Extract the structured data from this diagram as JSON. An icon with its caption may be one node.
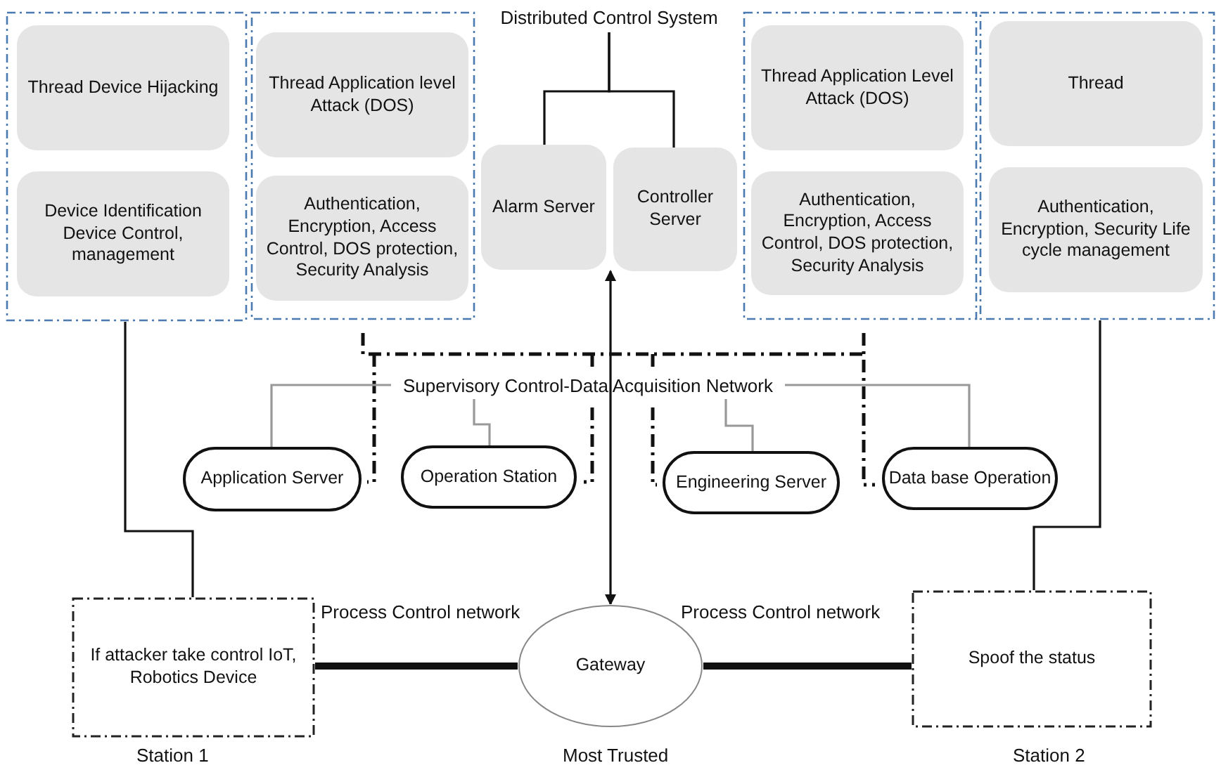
{
  "diagram": {
    "nodes": [
      {
        "text": [
          "Distributed Control System"
        ]
      },
      {
        "text": [],
        "shape": "box"
      },
      {
        "text": [
          "Thread Device Hijacking"
        ],
        "in": 1
      },
      {
        "text": [
          "Device Identification Device Control, management"
        ],
        "in": 1
      },
      {
        "text": [],
        "shape": "box"
      },
      {
        "text": [
          "Thread Application level Attack (DOS)"
        ],
        "in": 4
      },
      {
        "text": [
          "Authentication, Encryption, Access Control, DOS protection, Security Analysis"
        ],
        "in": 4
      },
      {
        "text": [
          "Alarm Server"
        ]
      },
      {
        "text": [
          "Controller Server"
        ]
      },
      {
        "text": [],
        "shape": "box"
      },
      {
        "text": [
          "Thread Application Level Attack (DOS)"
        ],
        "in": 9
      },
      {
        "text": [
          "Authentication, Encryption, Access Control, DOS protection, Security Analysis"
        ],
        "in": 9
      },
      {
        "text": [],
        "shape": "box"
      },
      {
        "text": [
          "Thread"
        ],
        "in": 12
      },
      {
        "text": [
          "Authentication, Encryption, Security Life cycle management"
        ],
        "in": 12
      },
      {
        "text": [
          "Supervisory Control-Data Acquisition Network"
        ]
      },
      {
        "text": [
          "Application Server"
        ]
      },
      {
        "text": [
          "Operation Station"
        ]
      },
      {
        "text": [
          "Engineering Server"
        ]
      },
      {
        "text": [
          "Data base Operation"
        ]
      },
      {
        "text": [
          "If attacker take control IoT, Robotics Device"
        ],
        "beside": [
          "Station 1"
        ]
      },
      {
        "text": [
          "Gateway"
        ],
        "beside": [
          "Most Trusted"
        ]
      },
      {
        "text": [
          "Spoof the status"
        ],
        "beside": [
          "Station 2"
        ]
      }
    ],
    "edges": [
      {
        "from": 0,
        "to": 7,
        "arrow": "none"
      },
      {
        "from": 0,
        "to": 8,
        "arrow": "none"
      },
      {
        "from": 21,
        "to": 8,
        "arrow": "both"
      },
      {
        "from": 1,
        "to": 20,
        "arrow": "none"
      },
      {
        "from": 12,
        "to": 22,
        "arrow": "none"
      },
      {
        "from": 15,
        "to": 16,
        "arrow": "none",
        "color": "#999999"
      },
      {
        "from": 15,
        "to": 17,
        "arrow": "none",
        "color": "#999999"
      },
      {
        "from": 15,
        "to": 18,
        "arrow": "none",
        "color": "#999999"
      },
      {
        "from": 15,
        "to": 19,
        "arrow": "none",
        "color": "#999999"
      },
      {
        "from": 20,
        "to": 21,
        "arrow": "none",
        "style": "thick",
        "label": "Process Control network"
      },
      {
        "from": 21,
        "to": 22,
        "arrow": "none",
        "style": "thick",
        "label": "Process Control network"
      }
    ]
  }
}
